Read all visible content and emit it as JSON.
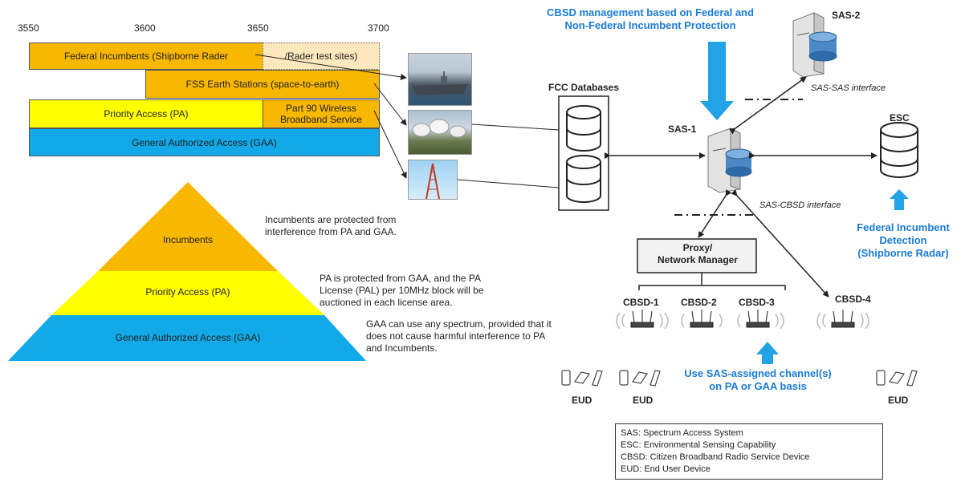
{
  "freq_axis": [
    "3550",
    "3600",
    "3650",
    "3700"
  ],
  "bands": {
    "federal": "Federal Incumbents (Shipborne Rader",
    "rader_test": "/Rader test sites)",
    "fss": "FSS Earth Stations (space-to-earth)",
    "pa": "Priority Access (PA)",
    "part90_line1": "Part 90 Wireless",
    "part90_line2": "Broadband Service",
    "gaa": "General Authorized Access (GAA)"
  },
  "pyramid": {
    "incumbents": "Incumbents",
    "pa": "Priority Access (PA)",
    "gaa": "General Authorized Access (GAA)"
  },
  "descriptions": {
    "incumbents_line1": "Incumbents  are protected from",
    "incumbents_line2": "interference from PA and GAA.",
    "pa_line1": "PA is protected from GAA, and the PA",
    "pa_line2": "License (PAL) per 10MHz block will be",
    "pa_line3": "auctioned in each license area.",
    "gaa_line1": "GAA can use any spectrum, provided that it",
    "gaa_line2": "does not cause harmful interference to PA",
    "gaa_line3": "and Incumbents."
  },
  "diagram": {
    "cbsd_mgmt_line1": "CBSD management based on Federal and",
    "cbsd_mgmt_line2": "Non-Federal Incumbent Protection",
    "sas2": "SAS-2",
    "sas_sas": "SAS-SAS interface",
    "fcc": "FCC Databases",
    "sas1": "SAS-1",
    "esc": "ESC",
    "sas_cbsd": "SAS-CBSD interface",
    "proxy_line1": "Proxy/",
    "proxy_line2": "Network Manager",
    "fed_detect_line1": "Federal Incumbent",
    "fed_detect_line2": "Detection",
    "fed_detect_line3": "(Shipborne Radar)",
    "cbsd1": "CBSD-1",
    "cbsd2": "CBSD-2",
    "cbsd3": "CBSD-3",
    "cbsd4": "CBSD-4",
    "use_sas_line1": "Use SAS-assigned channel(s)",
    "use_sas_line2": "on PA or GAA basis",
    "eud": "EUD"
  },
  "legend": [
    "SAS: Spectrum Access System",
    "ESC: Environmental Sensing Capability",
    "CBSD: Citizen Broadband Radio Service Device",
    "EUD: End User Device"
  ],
  "colors": {
    "orange": "#f8b700",
    "yellow": "#ffff00",
    "blue": "#11a9e8",
    "arrow_blue": "#22a3e6",
    "text_blue": "#1b7bd6"
  }
}
